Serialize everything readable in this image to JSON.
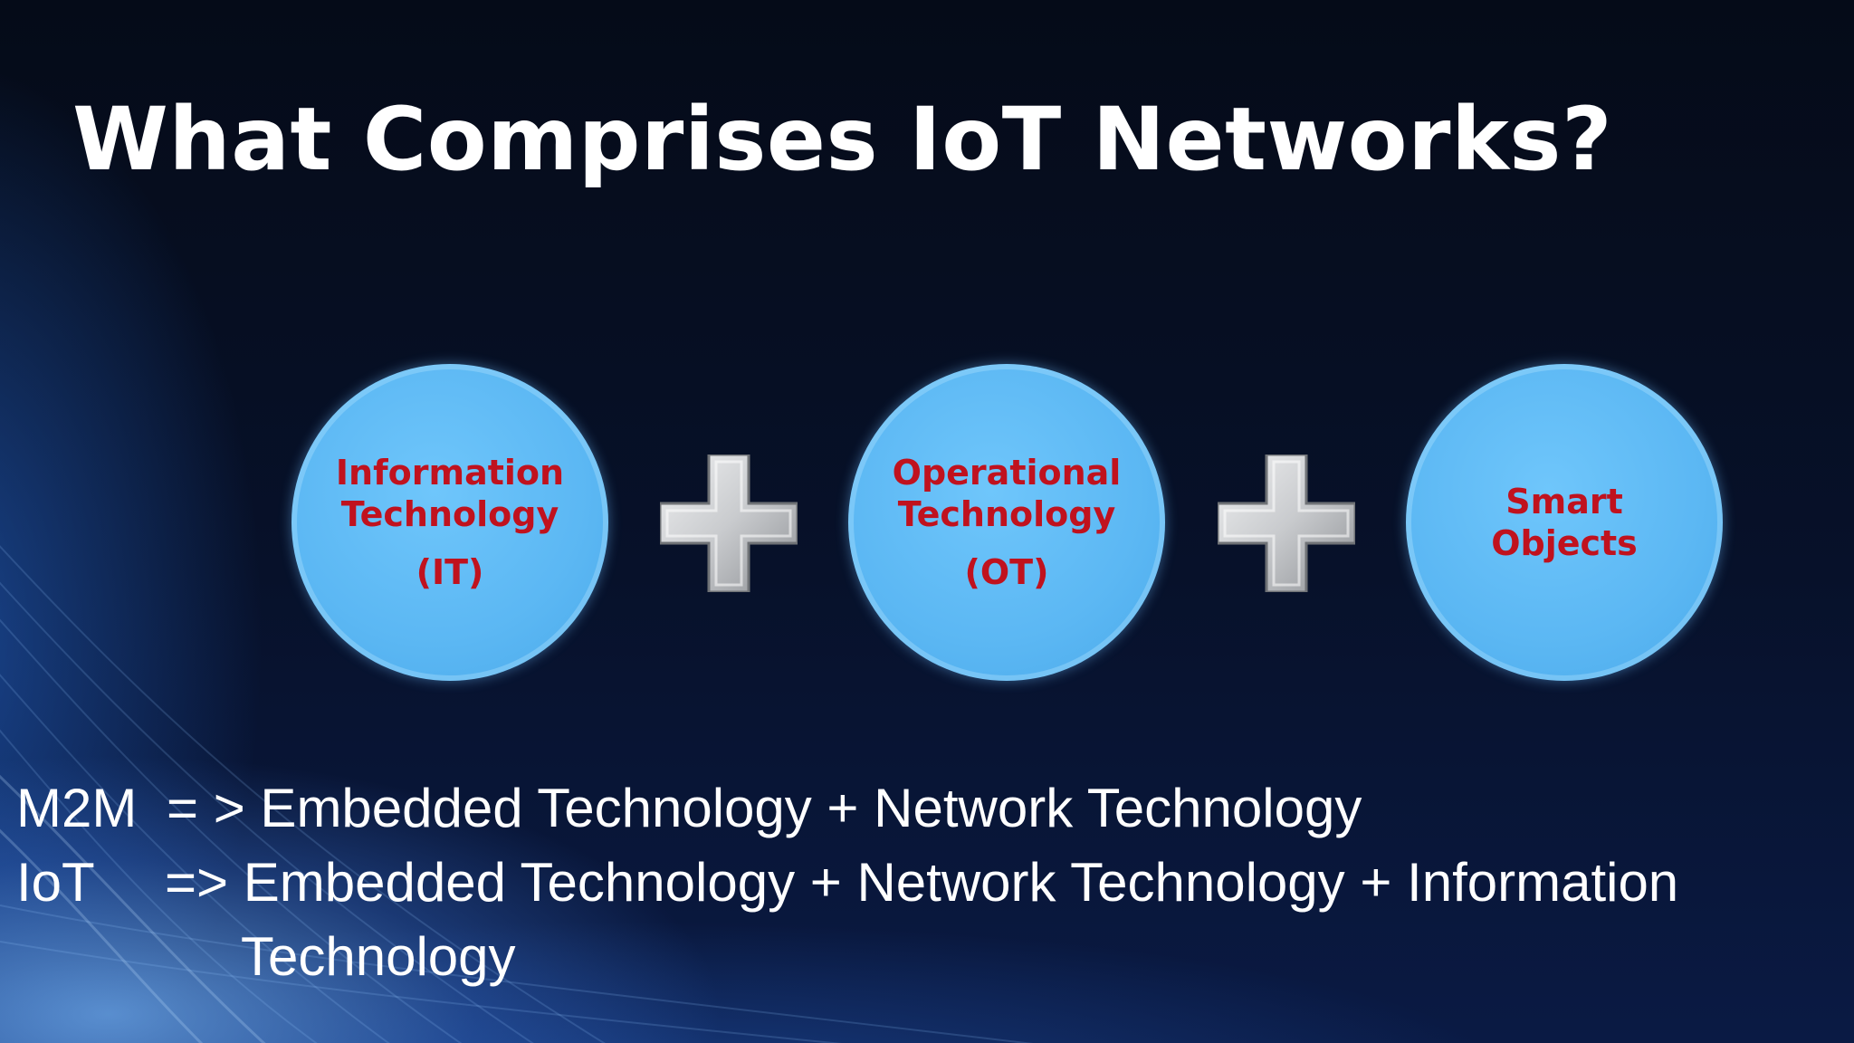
{
  "slide": {
    "title": "What Comprises IoT Networks?"
  },
  "diagram": {
    "nodes": [
      {
        "line1": "Information",
        "line2": "Technology",
        "sub": "(IT)"
      },
      {
        "line1": "Operational",
        "line2": "Technology",
        "sub": "(OT)"
      },
      {
        "line1": "Smart",
        "line2": "Objects",
        "sub": ""
      }
    ],
    "operators": [
      "plus-icon",
      "plus-icon"
    ]
  },
  "equations": {
    "m2m_lhs": "M2M",
    "m2m_rhs": "= > Embedded Technology + Network Technology",
    "iot_lhs": "IoT",
    "iot_rhs": "=> Embedded Technology + Network Technology + Information",
    "iot_cont": "Technology"
  },
  "colors": {
    "circle_fill": "#5bb7f3",
    "circle_text": "#c0121e",
    "plus_fill": "#c9cbce",
    "text": "#ffffff",
    "background": "#050c1c"
  }
}
